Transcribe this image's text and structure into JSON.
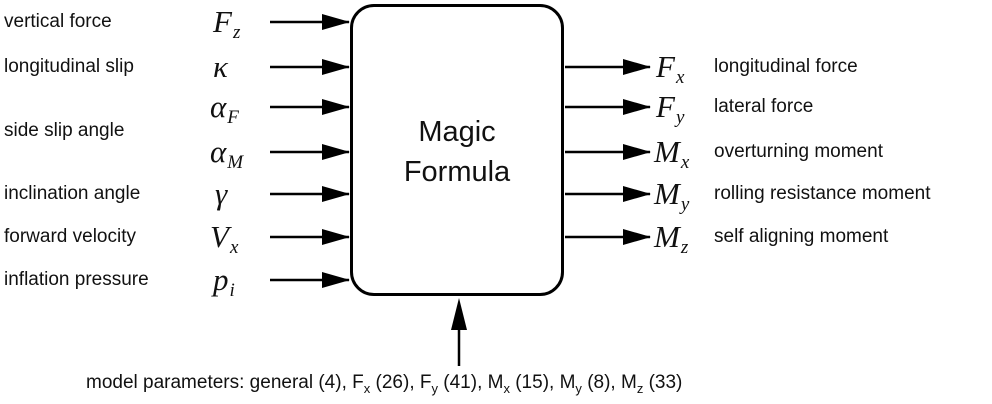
{
  "diagram": {
    "title_line1": "Magic",
    "title_line2": "Formula"
  },
  "inputs": [
    {
      "label": "vertical force",
      "symbol": "F",
      "sub": "z"
    },
    {
      "label": "longitudinal slip",
      "symbol": "κ",
      "sub": ""
    },
    {
      "label": "side slip angle",
      "symbol": "α",
      "sub": "F"
    },
    {
      "symbol": "α",
      "sub": "M"
    },
    {
      "label": "inclination angle",
      "symbol": "γ",
      "sub": ""
    },
    {
      "label": "forward velocity",
      "symbol": "V",
      "sub": "x"
    },
    {
      "label": "inflation pressure",
      "symbol": "p",
      "sub": "i"
    }
  ],
  "outputs": [
    {
      "symbol": "F",
      "sub": "x",
      "label": "longitudinal force"
    },
    {
      "symbol": "F",
      "sub": "y",
      "label": "lateral force"
    },
    {
      "symbol": "M",
      "sub": "x",
      "label": "overturning moment"
    },
    {
      "symbol": "M",
      "sub": "y",
      "label": "rolling resistance moment"
    },
    {
      "symbol": "M",
      "sub": "z",
      "label": "self aligning moment"
    }
  ],
  "parameters": {
    "prefix": "model parameters: general (4), ",
    "items": [
      {
        "symbol": "F",
        "sub": "x",
        "count": " (26)"
      },
      {
        "symbol": "F",
        "sub": "y",
        "count": " (41)"
      },
      {
        "symbol": "M",
        "sub": "x",
        "count": " (15)"
      },
      {
        "symbol": "M",
        "sub": "y",
        "count": " (8)"
      },
      {
        "symbol": "M",
        "sub": "z",
        "count": " (33)"
      }
    ]
  }
}
